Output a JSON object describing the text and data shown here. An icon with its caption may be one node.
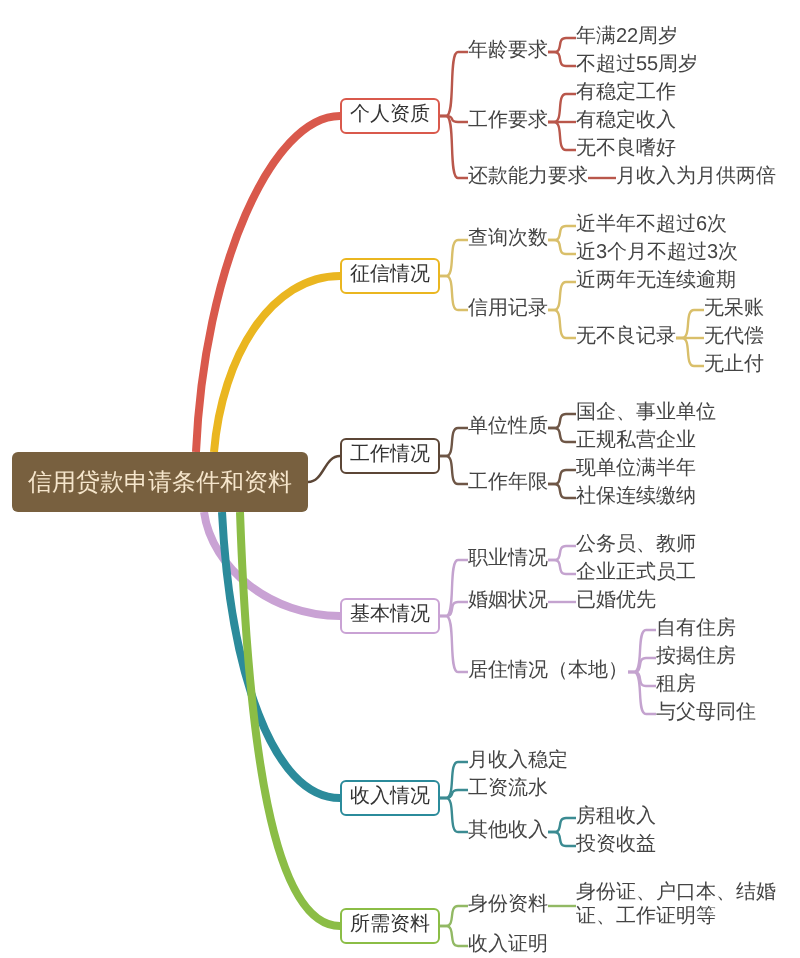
{
  "diagram": {
    "nodes": [
      {
        "text": [
          "信用贷款申请条件和资料"
        ]
      },
      {
        "text": [
          "个人资质"
        ]
      },
      {
        "text": [
          "年龄要求"
        ]
      },
      {
        "text": [
          "年满22周岁"
        ]
      },
      {
        "text": [
          "不超过55周岁"
        ]
      },
      {
        "text": [
          "工作要求"
        ]
      },
      {
        "text": [
          "有稳定工作"
        ]
      },
      {
        "text": [
          "有稳定收入"
        ]
      },
      {
        "text": [
          "无不良嗜好"
        ]
      },
      {
        "text": [
          "还款能力要求"
        ]
      },
      {
        "text": [
          "月收入为月供两倍"
        ]
      },
      {
        "text": [
          "征信情况"
        ]
      },
      {
        "text": [
          "查询次数"
        ]
      },
      {
        "text": [
          "近半年不超过6次"
        ]
      },
      {
        "text": [
          "近3个月不超过3次"
        ]
      },
      {
        "text": [
          "信用记录"
        ]
      },
      {
        "text": [
          "近两年无连续逾期"
        ]
      },
      {
        "text": [
          "无不良记录"
        ]
      },
      {
        "text": [
          "无呆账"
        ]
      },
      {
        "text": [
          "无代偿"
        ]
      },
      {
        "text": [
          "无止付"
        ]
      },
      {
        "text": [
          "工作情况"
        ]
      },
      {
        "text": [
          "单位性质"
        ]
      },
      {
        "text": [
          "国企、事业单位"
        ]
      },
      {
        "text": [
          "正规私营企业"
        ]
      },
      {
        "text": [
          "工作年限"
        ]
      },
      {
        "text": [
          "现单位满半年"
        ]
      },
      {
        "text": [
          "社保连续缴纳"
        ]
      },
      {
        "text": [
          "基本情况"
        ]
      },
      {
        "text": [
          "职业情况"
        ]
      },
      {
        "text": [
          "公务员、教师"
        ]
      },
      {
        "text": [
          "企业正式员工"
        ]
      },
      {
        "text": [
          "婚姻状况"
        ]
      },
      {
        "text": [
          "已婚优先"
        ]
      },
      {
        "text": [
          "居住情况（本地）"
        ]
      },
      {
        "text": [
          "自有住房"
        ]
      },
      {
        "text": [
          "按揭住房"
        ]
      },
      {
        "text": [
          "租房"
        ]
      },
      {
        "text": [
          "与父母同住"
        ]
      },
      {
        "text": [
          "收入情况"
        ]
      },
      {
        "text": [
          "月收入稳定"
        ]
      },
      {
        "text": [
          "工资流水"
        ]
      },
      {
        "text": [
          "其他收入"
        ]
      },
      {
        "text": [
          "房租收入"
        ]
      },
      {
        "text": [
          "投资收益"
        ]
      },
      {
        "text": [
          "所需资料"
        ]
      },
      {
        "text": [
          "身份资料"
        ]
      },
      {
        "text": [
          "身份证、户口本、结婚证、工作证明等"
        ]
      },
      {
        "text": [
          "收入证明"
        ]
      }
    ],
    "edges": [
      {
        "from": 0,
        "to": 1,
        "arrow": "none",
        "style": "thick",
        "color": "#d9594c"
      },
      {
        "from": 1,
        "to": 2,
        "arrow": "none",
        "color": "#b9574b"
      },
      {
        "from": 2,
        "to": 3,
        "arrow": "none",
        "color": "#b9574b"
      },
      {
        "from": 2,
        "to": 4,
        "arrow": "none",
        "color": "#b9574b"
      },
      {
        "from": 1,
        "to": 5,
        "arrow": "none",
        "color": "#b9574b"
      },
      {
        "from": 5,
        "to": 6,
        "arrow": "none",
        "color": "#b9574b"
      },
      {
        "from": 5,
        "to": 7,
        "arrow": "none",
        "color": "#b9574b"
      },
      {
        "from": 5,
        "to": 8,
        "arrow": "none",
        "color": "#b9574b"
      },
      {
        "from": 1,
        "to": 9,
        "arrow": "none",
        "color": "#b9574b"
      },
      {
        "from": 9,
        "to": 10,
        "arrow": "none",
        "color": "#b9574b"
      },
      {
        "from": 0,
        "to": 11,
        "arrow": "none",
        "style": "thick",
        "color": "#eab620"
      },
      {
        "from": 11,
        "to": 12,
        "arrow": "none",
        "color": "#d9bf6a"
      },
      {
        "from": 12,
        "to": 13,
        "arrow": "none",
        "color": "#d9bf6a"
      },
      {
        "from": 12,
        "to": 14,
        "arrow": "none",
        "color": "#d9bf6a"
      },
      {
        "from": 11,
        "to": 15,
        "arrow": "none",
        "color": "#d9bf6a"
      },
      {
        "from": 15,
        "to": 16,
        "arrow": "none",
        "color": "#d9bf6a"
      },
      {
        "from": 15,
        "to": 17,
        "arrow": "none",
        "color": "#d9bf6a"
      },
      {
        "from": 17,
        "to": 18,
        "arrow": "none",
        "color": "#d9bf6a"
      },
      {
        "from": 17,
        "to": 19,
        "arrow": "none",
        "color": "#d9bf6a"
      },
      {
        "from": 17,
        "to": 20,
        "arrow": "none",
        "color": "#d9bf6a"
      },
      {
        "from": 0,
        "to": 21,
        "arrow": "none",
        "color": "#5c4636"
      },
      {
        "from": 21,
        "to": 22,
        "arrow": "none",
        "color": "#6e5646"
      },
      {
        "from": 22,
        "to": 23,
        "arrow": "none",
        "color": "#6e5646"
      },
      {
        "from": 22,
        "to": 24,
        "arrow": "none",
        "color": "#6e5646"
      },
      {
        "from": 21,
        "to": 25,
        "arrow": "none",
        "color": "#6e5646"
      },
      {
        "from": 25,
        "to": 26,
        "arrow": "none",
        "color": "#6e5646"
      },
      {
        "from": 25,
        "to": 27,
        "arrow": "none",
        "color": "#6e5646"
      },
      {
        "from": 0,
        "to": 28,
        "arrow": "none",
        "style": "thick",
        "color": "#c9a2d4"
      },
      {
        "from": 28,
        "to": 29,
        "arrow": "none",
        "color": "#c4a3cf"
      },
      {
        "from": 29,
        "to": 30,
        "arrow": "none",
        "color": "#c4a3cf"
      },
      {
        "from": 29,
        "to": 31,
        "arrow": "none",
        "color": "#c4a3cf"
      },
      {
        "from": 28,
        "to": 32,
        "arrow": "none",
        "color": "#c4a3cf"
      },
      {
        "from": 32,
        "to": 33,
        "arrow": "none",
        "color": "#c4a3cf"
      },
      {
        "from": 28,
        "to": 34,
        "arrow": "none",
        "color": "#c4a3cf"
      },
      {
        "from": 34,
        "to": 35,
        "arrow": "none",
        "color": "#c4a3cf"
      },
      {
        "from": 34,
        "to": 36,
        "arrow": "none",
        "color": "#c4a3cf"
      },
      {
        "from": 34,
        "to": 37,
        "arrow": "none",
        "color": "#c4a3cf"
      },
      {
        "from": 34,
        "to": 38,
        "arrow": "none",
        "color": "#c4a3cf"
      },
      {
        "from": 0,
        "to": 39,
        "arrow": "none",
        "style": "thick",
        "color": "#2b8b9b"
      },
      {
        "from": 39,
        "to": 40,
        "arrow": "none",
        "color": "#3b8b92"
      },
      {
        "from": 39,
        "to": 41,
        "arrow": "none",
        "color": "#3b8b92"
      },
      {
        "from": 39,
        "to": 42,
        "arrow": "none",
        "color": "#3b8b92"
      },
      {
        "from": 42,
        "to": 43,
        "arrow": "none",
        "color": "#3b8b92"
      },
      {
        "from": 42,
        "to": 44,
        "arrow": "none",
        "color": "#3b8b92"
      },
      {
        "from": 0,
        "to": 45,
        "arrow": "none",
        "style": "thick",
        "color": "#8bbd46"
      },
      {
        "from": 45,
        "to": 46,
        "arrow": "none",
        "color": "#92b964"
      },
      {
        "from": 46,
        "to": 47,
        "arrow": "none",
        "color": "#92b964"
      },
      {
        "from": 45,
        "to": 48,
        "arrow": "none",
        "color": "#92b964"
      }
    ]
  }
}
